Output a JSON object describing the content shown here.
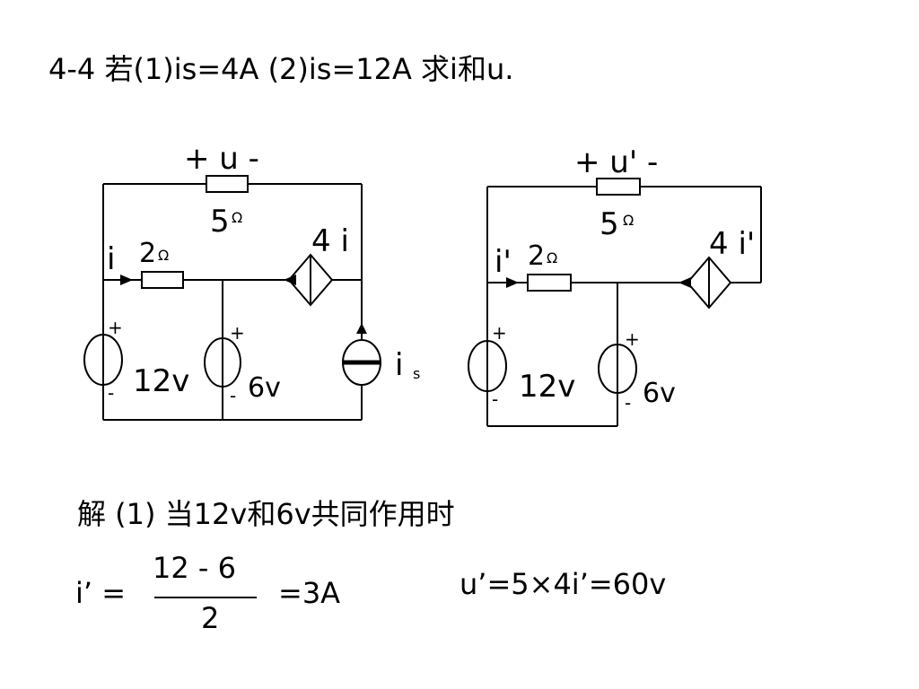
{
  "problem": {
    "title": "4-4 若(1)is=4A  (2)is=12A 求i和u."
  },
  "circuit_left": {
    "u_label": "+ u -",
    "r5": "5",
    "r5_unit": "Ω",
    "current": "i",
    "r2": "2",
    "r2_unit": "Ω",
    "dep_source": "4 i",
    "v1": "12v",
    "v2": "6v",
    "isrc": "i",
    "isrc_sub": "s",
    "plus": "+",
    "minus": "-"
  },
  "circuit_right": {
    "u_label": "+ u' -",
    "r5": "5",
    "r5_unit": "Ω",
    "current": "i'",
    "r2": "2",
    "r2_unit": "Ω",
    "dep_source": "4 i'",
    "v1": "12v",
    "v2": "6v",
    "plus": "+",
    "minus": "-"
  },
  "solution": {
    "heading": "解 (1) 当12v和6v共同作用时",
    "i_lhs": "i’ =",
    "frac_num": "12 - 6",
    "frac_den": "2",
    "i_rhs": "=3A",
    "u_eq": "u’=5×4i’=60v"
  }
}
